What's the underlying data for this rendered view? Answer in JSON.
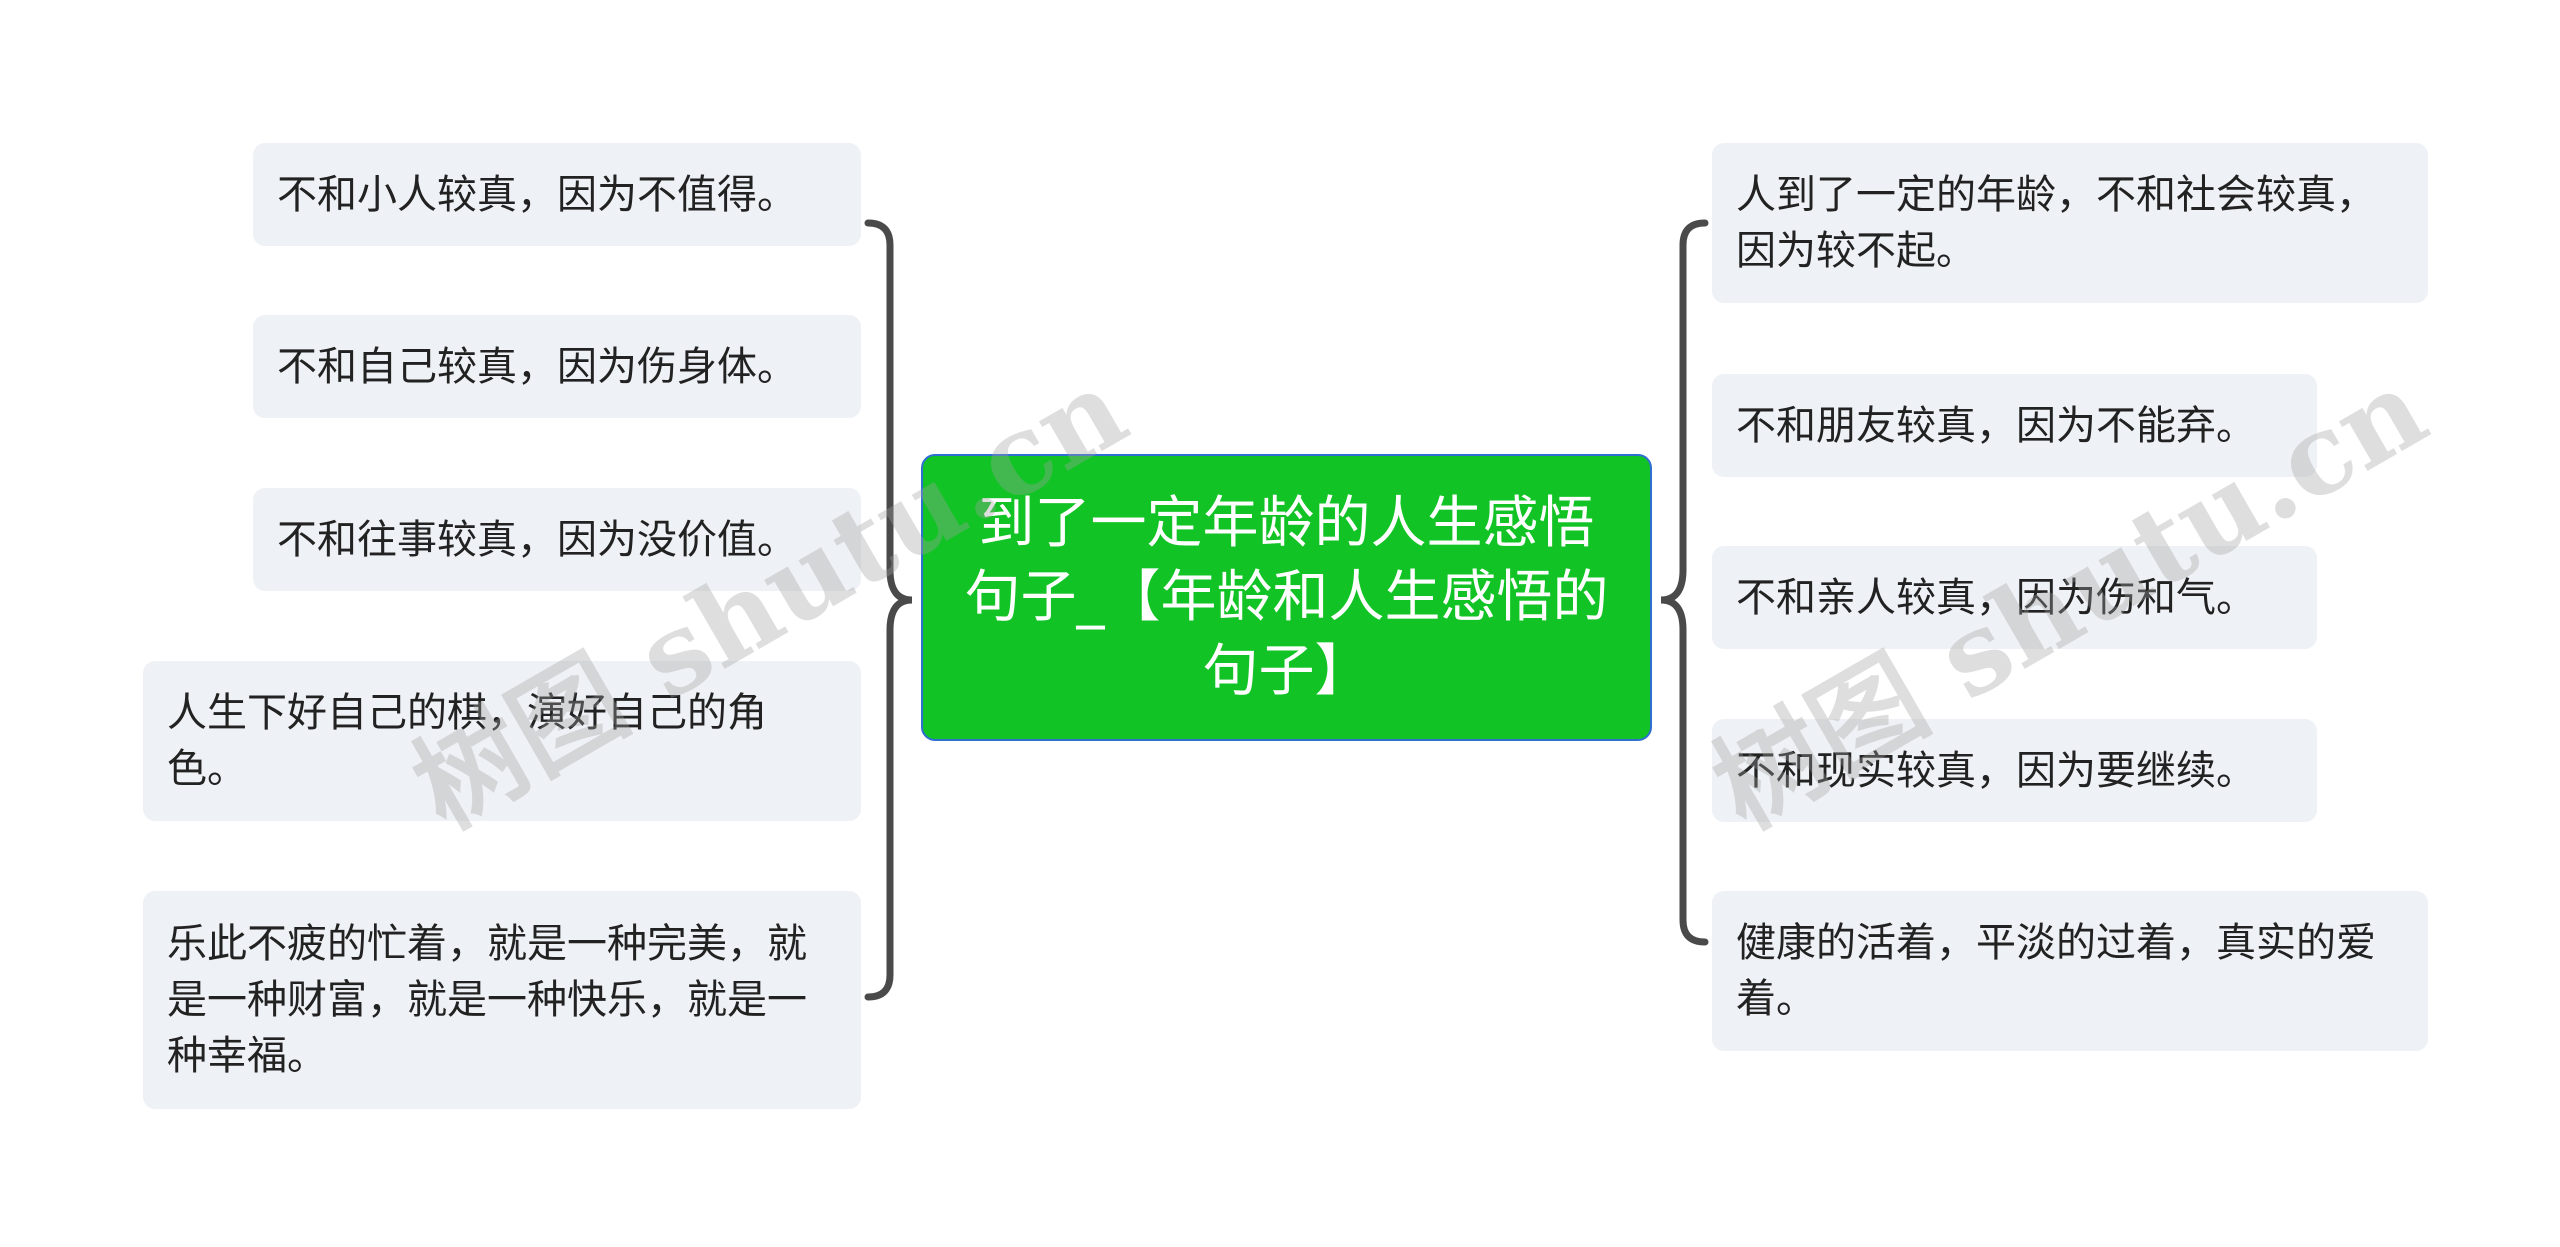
{
  "root": {
    "title": "到了一定年龄的人生感悟句子_【年龄和人生感悟的句子】"
  },
  "left_nodes": [
    "不和小人较真，因为不值得。",
    "不和自己较真，因为伤身体。",
    "不和往事较真，因为没价值。",
    "人生下好自己的棋，演好自己的角色。",
    "乐此不疲的忙着，就是一种完美，就是一种财富，就是一种快乐，就是一种幸福。"
  ],
  "right_nodes": [
    "人到了一定的年龄，不和社会较真，因为较不起。",
    "不和朋友较真，因为不能弃。",
    "不和亲人较真，因为伤和气。",
    "不和现实较真，因为要继续。",
    "健康的活着，平淡的过着，真实的爱着。"
  ],
  "watermark": "树图 shutu.cn",
  "colors": {
    "root_bg": "#12c325",
    "root_border": "#2f6fd0",
    "node_bg": "#eef1f5",
    "connector": "#4a4a4a"
  }
}
